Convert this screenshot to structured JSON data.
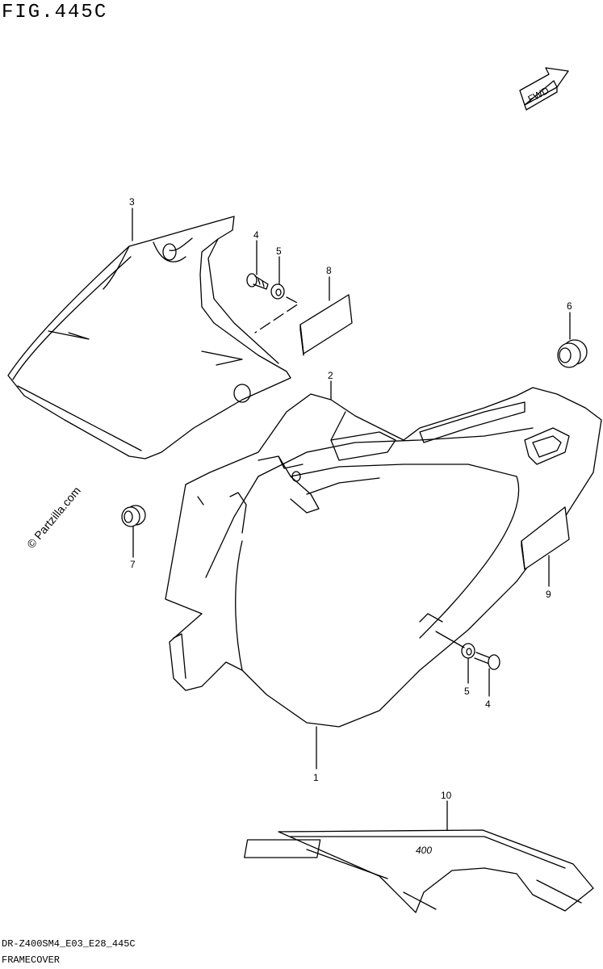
{
  "figure": {
    "title": "FIG.445C",
    "footer_code": "DR-Z400SM4_E03_E28_445C",
    "footer_name": "FRAMECOVER",
    "watermark": "© Partzilla.com",
    "fwd_label": "FWD",
    "decal_text": "400"
  },
  "callouts": [
    {
      "id": "callout-1",
      "label": "1"
    },
    {
      "id": "callout-2",
      "label": "2"
    },
    {
      "id": "callout-3",
      "label": "3"
    },
    {
      "id": "callout-4-top",
      "label": "4"
    },
    {
      "id": "callout-5-top",
      "label": "5"
    },
    {
      "id": "callout-6",
      "label": "6"
    },
    {
      "id": "callout-7",
      "label": "7"
    },
    {
      "id": "callout-8",
      "label": "8"
    },
    {
      "id": "callout-9",
      "label": "9"
    },
    {
      "id": "callout-5-bottom",
      "label": "5"
    },
    {
      "id": "callout-4-bottom",
      "label": "4"
    },
    {
      "id": "callout-10",
      "label": "10"
    }
  ]
}
